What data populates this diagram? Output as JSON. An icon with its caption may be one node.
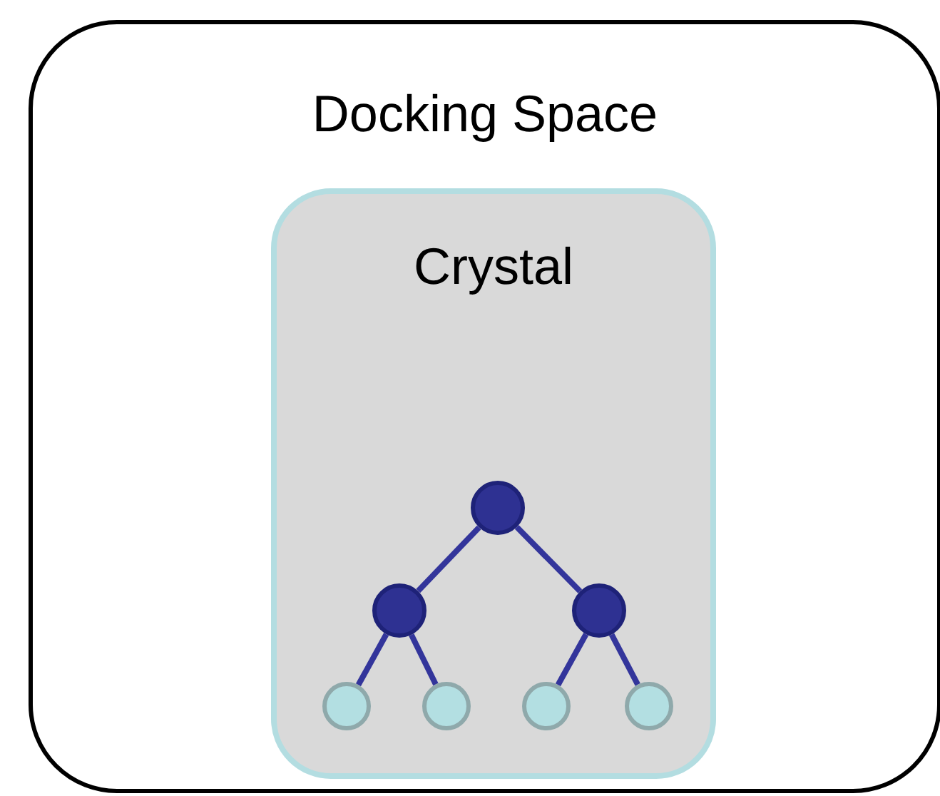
{
  "diagram": {
    "nodes": [
      {
        "text": [
          "Docking Space"
        ]
      },
      {
        "text": [
          "Crystal"
        ],
        "in": 0
      },
      {
        "text": [],
        "shape": "circle",
        "in": 1
      },
      {
        "text": [],
        "shape": "circle",
        "in": 1
      },
      {
        "text": [],
        "shape": "circle",
        "in": 1
      },
      {
        "text": [],
        "shape": "circle",
        "in": 1
      },
      {
        "text": [],
        "shape": "circle",
        "in": 1
      },
      {
        "text": [],
        "shape": "circle",
        "in": 1
      },
      {
        "text": [],
        "shape": "circle",
        "in": 1
      }
    ],
    "edges": [
      {
        "from": 2,
        "to": 3,
        "arrow": "none"
      },
      {
        "from": 2,
        "to": 4,
        "arrow": "none"
      },
      {
        "from": 3,
        "to": 5,
        "arrow": "none"
      },
      {
        "from": 3,
        "to": 6,
        "arrow": "none"
      },
      {
        "from": 4,
        "to": 7,
        "arrow": "none"
      },
      {
        "from": 4,
        "to": 8,
        "arrow": "none"
      }
    ]
  }
}
